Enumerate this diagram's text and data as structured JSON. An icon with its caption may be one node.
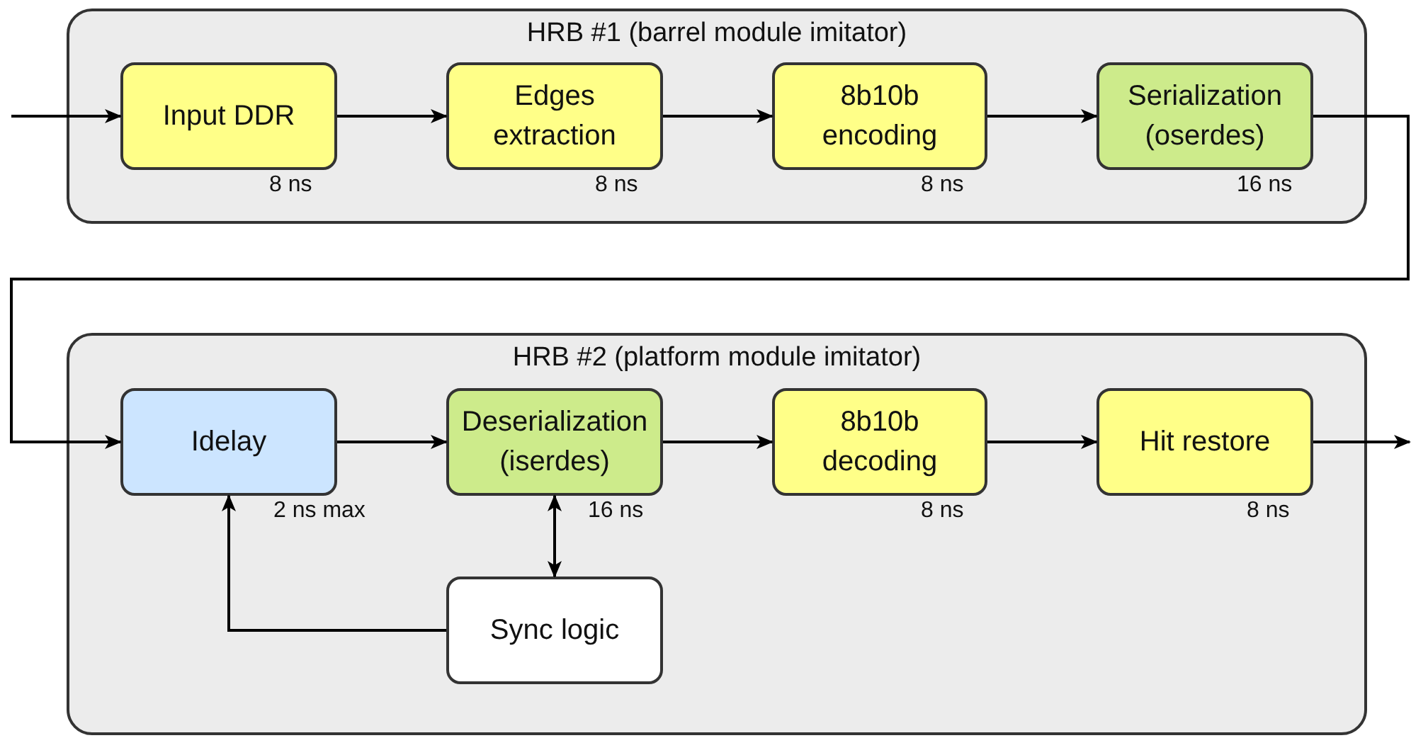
{
  "diagram": {
    "nodes": [
      {
        "text": [
          "HRB #1 (barrel module imitator)"
        ]
      },
      {
        "text": [
          "Input DDR"
        ],
        "in": 0,
        "beside": [
          "8 ns"
        ]
      },
      {
        "text": [
          "Edges extraction"
        ],
        "in": 0,
        "beside": [
          "8 ns"
        ]
      },
      {
        "text": [
          "8b10b encoding"
        ],
        "in": 0,
        "beside": [
          "8 ns"
        ]
      },
      {
        "text": [
          "Serialization (oserdes)"
        ],
        "in": 0,
        "beside": [
          "16 ns"
        ]
      },
      {
        "text": [
          "HRB #2 (platform module imitator)"
        ]
      },
      {
        "text": [
          "Idelay"
        ],
        "in": 5,
        "beside": [
          "2 ns max"
        ]
      },
      {
        "text": [
          "Deserialization (iserdes)"
        ],
        "in": 5,
        "beside": [
          "16 ns"
        ]
      },
      {
        "text": [
          "8b10b decoding"
        ],
        "in": 5,
        "beside": [
          "8 ns"
        ]
      },
      {
        "text": [
          "Hit restore"
        ],
        "in": 5,
        "beside": [
          "8 ns"
        ]
      },
      {
        "text": [
          "Sync logic"
        ],
        "in": 5
      }
    ],
    "edges": [
      {
        "from": null,
        "to": 1,
        "arrow": "to"
      },
      {
        "from": 1,
        "to": 2,
        "arrow": "to"
      },
      {
        "from": 2,
        "to": 3,
        "arrow": "to"
      },
      {
        "from": 3,
        "to": 4,
        "arrow": "to"
      },
      {
        "from": 4,
        "to": 6,
        "arrow": "to"
      },
      {
        "from": 6,
        "to": 7,
        "arrow": "to"
      },
      {
        "from": 7,
        "to": 8,
        "arrow": "to"
      },
      {
        "from": 8,
        "to": 9,
        "arrow": "to"
      },
      {
        "from": 9,
        "to": null,
        "arrow": "to"
      },
      {
        "from": 7,
        "to": 10,
        "arrow": "both"
      },
      {
        "from": 10,
        "to": 6,
        "arrow": "to"
      }
    ]
  }
}
